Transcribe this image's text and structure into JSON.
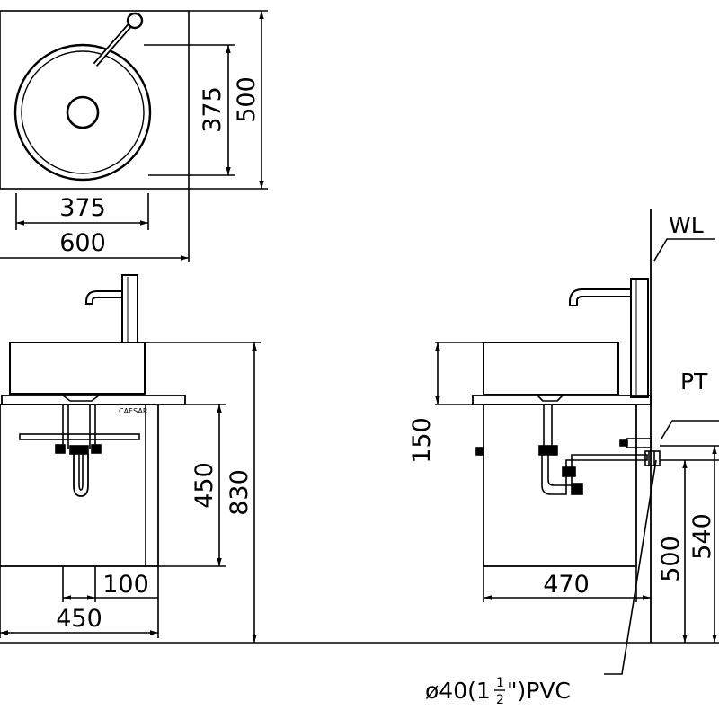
{
  "top_view": {
    "dims": {
      "bowl_width": "375",
      "counter_width": "600",
      "bowl_depth": "375",
      "counter_depth": "500"
    }
  },
  "front_view": {
    "brand": "CAESAR",
    "dims": {
      "drain_offset": "100",
      "cabinet_width": "450",
      "cabinet_height": "450",
      "total_height": "830"
    }
  },
  "side_view": {
    "labels": {
      "wall_line": "WL",
      "pt": "PT",
      "pipe_prefix": "ø40(1",
      "pipe_whole_numerator": "1",
      "pipe_denominator": "2",
      "pipe_suffix": "\")PVC"
    },
    "dims": {
      "bowl_height": "150",
      "cabinet_depth": "470",
      "drain_height": "500",
      "pt_height": "540"
    }
  }
}
